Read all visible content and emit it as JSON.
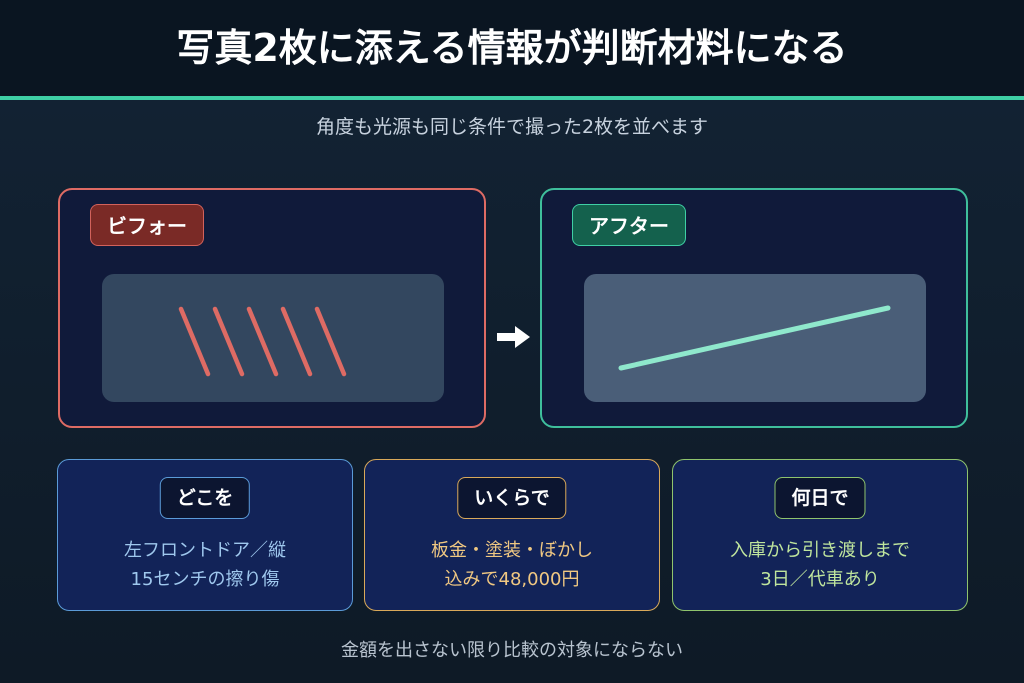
{
  "header": {
    "title": "写真2枚に添える情報が判断材料になる",
    "accent_color": "#3fcfa5"
  },
  "subtitle": "角度も光源も同じ条件で撮った2枚を並べます",
  "comparison": {
    "before": {
      "label": "ビフォー",
      "border_color": "#de6b64",
      "mark": "diagonal-scratches"
    },
    "after": {
      "label": "アフター",
      "border_color": "#3fbf9c",
      "mark": "single-line"
    },
    "arrow_icon": "arrow-right-icon"
  },
  "info_cards": [
    {
      "label": "どこを",
      "line1": "左フロントドア／縦",
      "line2": "15センチの擦り傷",
      "color": "#5b9bd8"
    },
    {
      "label": "いくらで",
      "line1": "板金・塗装・ぼかし",
      "line2": "込みで48,000円",
      "color": "#d9a95a"
    },
    {
      "label": "何日で",
      "line1": "入庫から引き渡しまで",
      "line2": "3日／代車あり",
      "color": "#8fc46d"
    }
  ],
  "footer": "金額を出さない限り比較の対象にならない"
}
